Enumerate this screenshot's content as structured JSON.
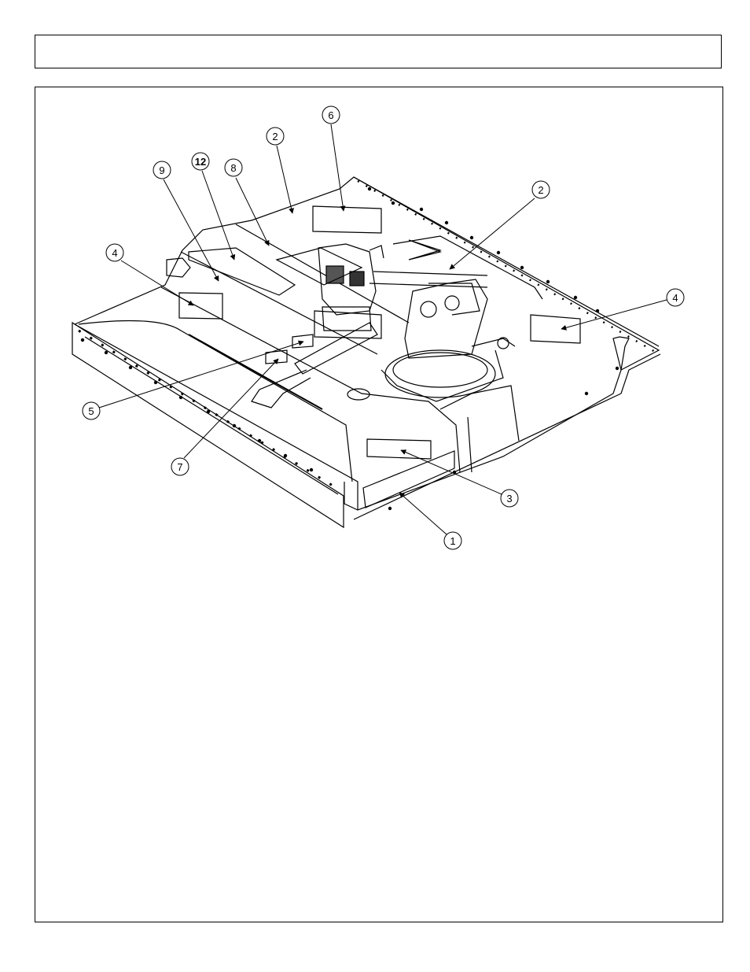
{
  "header": {
    "title": ""
  },
  "diagram": {
    "callouts": [
      {
        "id": "c1",
        "label": "1"
      },
      {
        "id": "c2a",
        "label": "2"
      },
      {
        "id": "c2b",
        "label": "2"
      },
      {
        "id": "c3",
        "label": "3"
      },
      {
        "id": "c4a",
        "label": "4"
      },
      {
        "id": "c4b",
        "label": "4"
      },
      {
        "id": "c5",
        "label": "5"
      },
      {
        "id": "c6",
        "label": "6"
      },
      {
        "id": "c7",
        "label": "7"
      },
      {
        "id": "c8",
        "label": "8"
      },
      {
        "id": "c9",
        "label": "9"
      },
      {
        "id": "c12",
        "label": "12"
      }
    ]
  }
}
